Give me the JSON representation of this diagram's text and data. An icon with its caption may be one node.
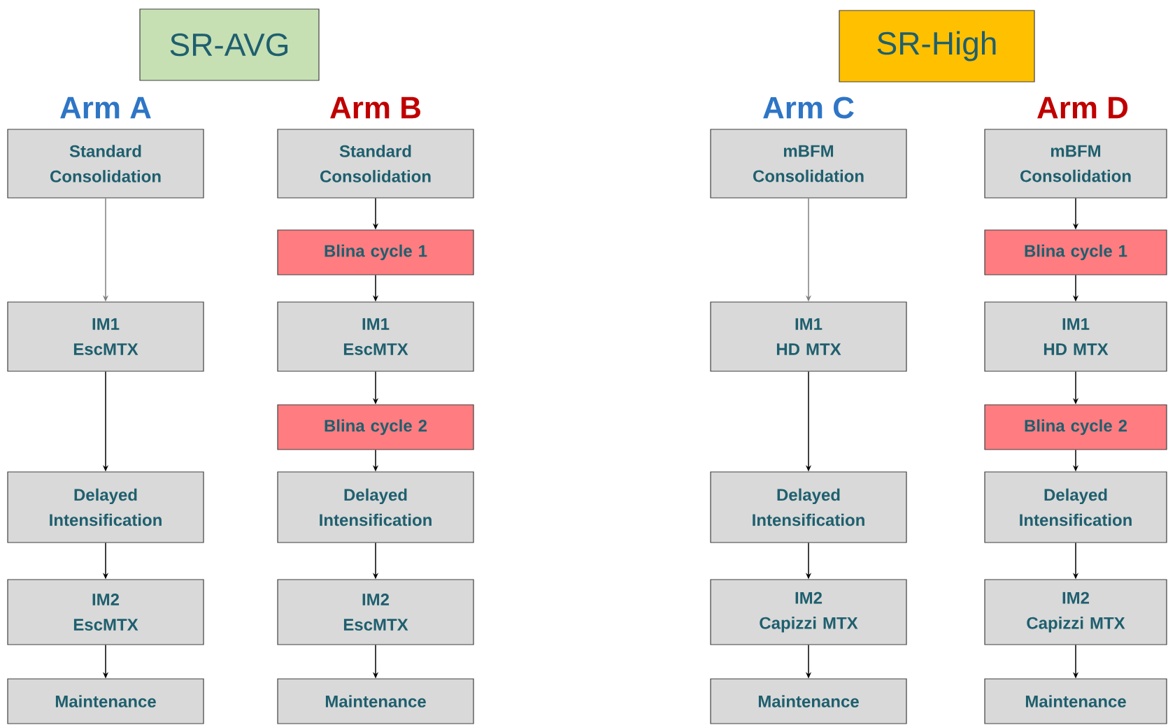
{
  "diagram": {
    "nodes": [
      {
        "text": [
          "SR-AVG"
        ]
      },
      {
        "text": [
          "SR-High"
        ]
      },
      {
        "text": [
          "Standard Consolidation"
        ]
      },
      {
        "text": [
          "IM1",
          "EscMTX"
        ]
      },
      {
        "text": [
          "Delayed Intensification"
        ]
      },
      {
        "text": [
          "IM2",
          "EscMTX"
        ]
      },
      {
        "text": [
          "Maintenance"
        ]
      },
      {
        "text": [
          "Standard Consolidation"
        ]
      },
      {
        "text": [
          "Blina cycle 1"
        ]
      },
      {
        "text": [
          "IM1",
          "EscMTX"
        ]
      },
      {
        "text": [
          "Blina cycle 2"
        ]
      },
      {
        "text": [
          "Delayed Intensification"
        ]
      },
      {
        "text": [
          "IM2",
          "EscMTX"
        ]
      },
      {
        "text": [
          "Maintenance"
        ]
      },
      {
        "text": [
          "mBFM Consolidation"
        ]
      },
      {
        "text": [
          "IM1",
          "HD MTX"
        ]
      },
      {
        "text": [
          "Delayed Intensification"
        ]
      },
      {
        "text": [
          "IM2",
          "Capizzi MTX"
        ]
      },
      {
        "text": [
          "Maintenance"
        ]
      },
      {
        "text": [
          "mBFM Consolidation"
        ]
      },
      {
        "text": [
          "Blina cycle 1"
        ]
      },
      {
        "text": [
          "IM1",
          "HD MTX"
        ]
      },
      {
        "text": [
          "Blina cycle 2"
        ]
      },
      {
        "text": [
          "Delayed Intensification"
        ]
      },
      {
        "text": [
          "IM2",
          "Capizzi MTX"
        ]
      },
      {
        "text": [
          "Maintenance"
        ]
      }
    ],
    "edges": [
      {
        "from": 2,
        "to": 3,
        "arrow": "to",
        "color": "#808080"
      },
      {
        "from": 3,
        "to": 4,
        "arrow": "to"
      },
      {
        "from": 4,
        "to": 5,
        "arrow": "to"
      },
      {
        "from": 5,
        "to": 6,
        "arrow": "to"
      },
      {
        "from": 7,
        "to": 8,
        "arrow": "to"
      },
      {
        "from": 8,
        "to": 9,
        "arrow": "to"
      },
      {
        "from": 9,
        "to": 10,
        "arrow": "to"
      },
      {
        "from": 10,
        "to": 11,
        "arrow": "to"
      },
      {
        "from": 11,
        "to": 12,
        "arrow": "to"
      },
      {
        "from": 12,
        "to": 13,
        "arrow": "to"
      },
      {
        "from": 14,
        "to": 15,
        "arrow": "to",
        "color": "#808080"
      },
      {
        "from": 15,
        "to": 16,
        "arrow": "to"
      },
      {
        "from": 16,
        "to": 17,
        "arrow": "to"
      },
      {
        "from": 17,
        "to": 18,
        "arrow": "to"
      },
      {
        "from": 19,
        "to": 20,
        "arrow": "to"
      },
      {
        "from": 20,
        "to": 21,
        "arrow": "to"
      },
      {
        "from": 21,
        "to": 22,
        "arrow": "to"
      },
      {
        "from": 22,
        "to": 23,
        "arrow": "to"
      },
      {
        "from": 23,
        "to": 24,
        "arrow": "to"
      },
      {
        "from": 24,
        "to": 25,
        "arrow": "to"
      }
    ],
    "labels": [
      "Arm A",
      "Arm B",
      "Arm C",
      "Arm D"
    ]
  }
}
